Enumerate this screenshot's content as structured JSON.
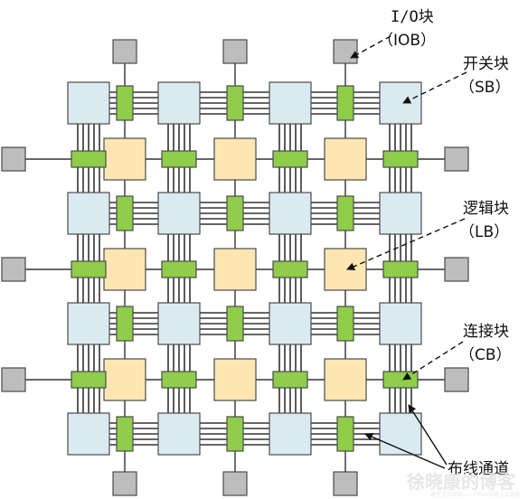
{
  "colors": {
    "switch_block_fill": "#dbeaf1",
    "logic_block_fill": "#fde6b2",
    "connection_block_fill": "#8fcd4a",
    "iob_fill": "#bdbdbd",
    "wire": "#333333",
    "outline": "#4a4a4a"
  },
  "labels": {
    "iob": {
      "line1": "I/O块",
      "line2": "（IOB）"
    },
    "sb": {
      "line1": "开关块",
      "line2": "（SB）"
    },
    "lb": {
      "line1": "逻辑块",
      "line2": "（LB）"
    },
    "cb": {
      "line1": "连接块",
      "line2": "（CB）"
    },
    "routing": {
      "text": "布线通道"
    }
  },
  "watermark": {
    "text": "徐晓康的博客",
    "subtext": "硬件设计实践——FPGA与嵌入式系统"
  }
}
